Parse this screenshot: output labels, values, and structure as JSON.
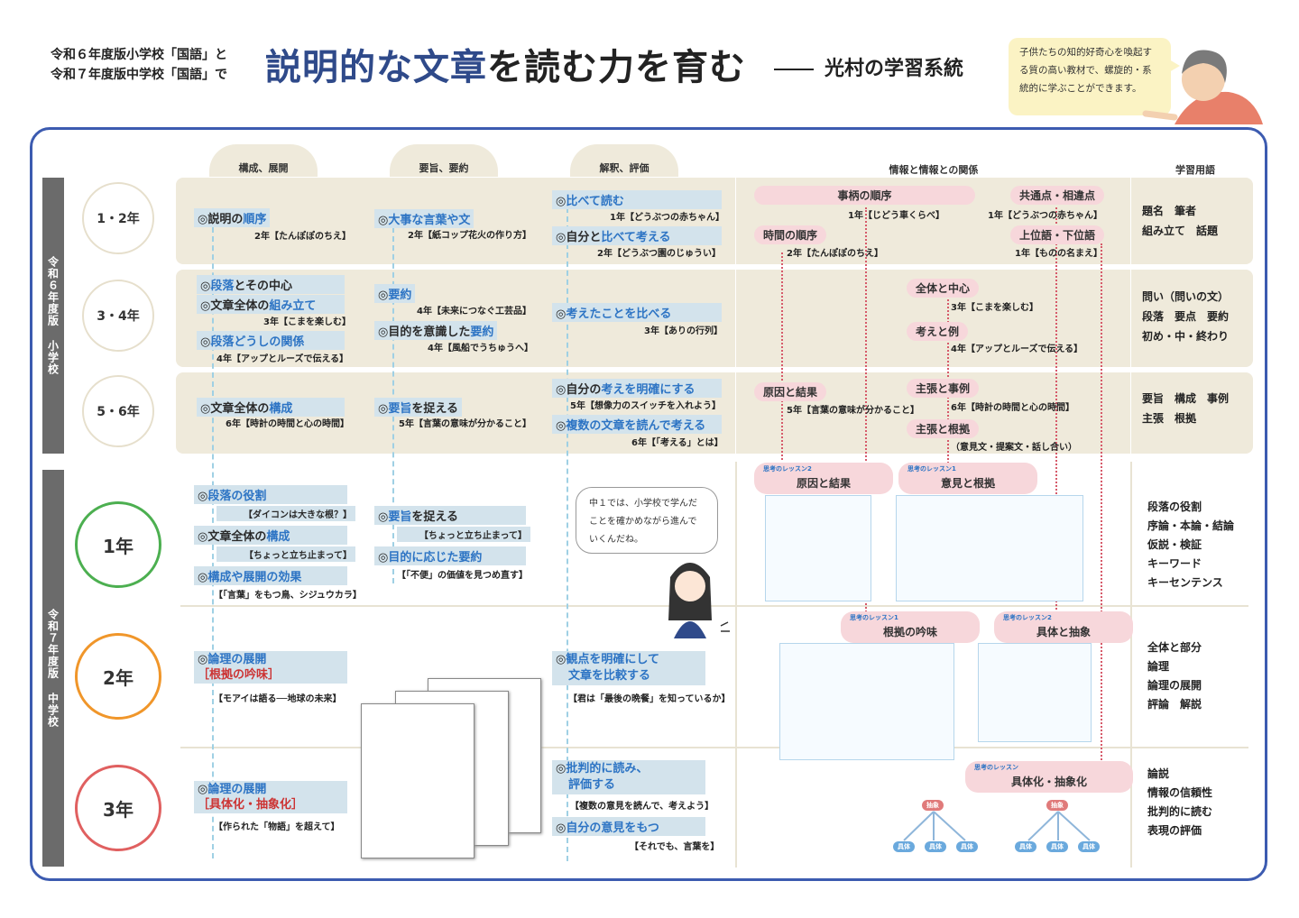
{
  "header": {
    "left_line1": "令和６年度版小学校「国語」と",
    "left_line2": "令和７年度版中学校「国語」で",
    "title_part1": "説明的な文章",
    "title_part2": "を読む力を育む",
    "subtitle": "光村の学習系統",
    "bubble": "子供たちの知的好奇心を喚起する質の高い教材で、螺旋的・系統的に学ぶことができます。"
  },
  "columns": {
    "kousei": "構成、展開",
    "youshi": "要旨、要約",
    "kaishaku": "解釈、評価",
    "jouhou": "情報と情報との関係",
    "yougo": "学習用語"
  },
  "sidebar": {
    "elementary": "令和６年度版 小学校",
    "junior": "令和７年度版 中学校"
  },
  "grades": {
    "g12": "1・2年",
    "g34": "3・4年",
    "g56": "5・6年",
    "j1": "1年",
    "j2": "2年",
    "j3": "3年"
  },
  "rows": {
    "g12": {
      "kousei": [
        {
          "mark": "◎",
          "plain": "説明の",
          "hl": "順序",
          "ref": "2年【たんぽぽのちえ】"
        }
      ],
      "youshi": [
        {
          "mark": "◎",
          "plain": "",
          "hl": "大事な言葉や文",
          "ref": "2年【紙コップ花火の作り方】"
        }
      ],
      "kaishaku": [
        {
          "mark": "◎",
          "plain": "",
          "hl": "比べて読む",
          "ref": "1年【どうぶつの赤ちゃん】"
        },
        {
          "mark": "◎",
          "plain": "自分と",
          "hl": "比べて考える",
          "ref": "2年【どうぶつ園のじゅうい】"
        }
      ],
      "jouhou": [
        {
          "label": "事柄の順序",
          "ref": "1年【じどう車くらべ】"
        },
        {
          "label": "時間の順序",
          "ref": "2年【たんぽぽのちえ】"
        },
        {
          "label": "共通点・相違点",
          "ref": "1年【どうぶつの赤ちゃん】"
        },
        {
          "label": "上位語・下位語",
          "ref": "1年【ものの名まえ】"
        }
      ],
      "terms": [
        "題名　筆者",
        "組み立て　話題"
      ]
    },
    "g34": {
      "kousei": [
        {
          "mark": "◎",
          "plain": "",
          "hl": "段落",
          "plain2": "とその中心",
          "ref": ""
        },
        {
          "mark": "◎",
          "plain": "文章全体の",
          "hl": "組み立て",
          "ref": "3年【こまを楽しむ】"
        },
        {
          "mark": "◎",
          "plain": "",
          "hl": "段落どうしの関係",
          "ref": "4年【アップとルーズで伝える】"
        }
      ],
      "youshi": [
        {
          "mark": "◎",
          "plain": "",
          "hl": "要約",
          "ref": "4年【未来につなぐ工芸品】"
        },
        {
          "mark": "◎",
          "plain": "目的を意識した",
          "hl": "要約",
          "ref": "4年【風船でうちゅうへ】"
        }
      ],
      "kaishaku": [
        {
          "mark": "◎",
          "plain": "",
          "hl": "考えたことを比べる",
          "ref": "3年【ありの行列】"
        }
      ],
      "jouhou": [
        {
          "label": "全体と中心",
          "ref": "3年【こまを楽しむ】"
        },
        {
          "label": "考えと例",
          "ref": "4年【アップとルーズで伝える】"
        }
      ],
      "terms": [
        "問い（問いの文）",
        "段落　要点　要約",
        "初め・中・終わり"
      ]
    },
    "g56": {
      "kousei": [
        {
          "mark": "◎",
          "plain": "文章全体の",
          "hl": "構成",
          "ref": "6年【時計の時間と心の時間】"
        }
      ],
      "youshi": [
        {
          "mark": "◎",
          "plain": "",
          "hl": "要旨",
          "plain2": "を捉える",
          "ref": "5年【言葉の意味が分かること】"
        }
      ],
      "kaishaku": [
        {
          "mark": "◎",
          "plain": "自分の",
          "hl": "考えを明確にする",
          "ref": "5年【想像力のスイッチを入れよう】"
        },
        {
          "mark": "◎",
          "plain": "",
          "hl": "複数の文章を読んで考える",
          "ref": "6年【「考える」とは】"
        }
      ],
      "jouhou": [
        {
          "label": "原因と結果",
          "ref": "5年【言葉の意味が分かること】"
        },
        {
          "label": "主張と事例",
          "ref": "6年【時計の時間と心の時間】"
        },
        {
          "label": "主張と根拠",
          "ref": "（意見文・提案文・話し合い）"
        }
      ],
      "terms": [
        "要旨　構成　事例",
        "主張　根拠"
      ]
    },
    "j1": {
      "kousei": [
        {
          "mark": "◎",
          "plain": "",
          "hl": "段落の役割",
          "ref": "【ダイコンは大きな根？】"
        },
        {
          "mark": "◎",
          "plain": "文章全体の",
          "hl": "構成",
          "ref": "【ちょっと立ち止まって】"
        },
        {
          "mark": "◎",
          "plain": "",
          "hl": "構成や展開の効果",
          "ref": "【「言葉」をもつ鳥、シジュウカラ】"
        }
      ],
      "youshi": [
        {
          "mark": "◎",
          "plain": "",
          "hl": "要旨",
          "plain2": "を捉える",
          "ref": "【ちょっと立ち止まって】"
        },
        {
          "mark": "◎",
          "plain": "",
          "hl": "目的に応じた要約",
          "ref": "【「不便」の価値を見つめ直す】"
        }
      ],
      "speech": "中１では、小学校で学んだことを確かめながら進んでいくんだね。",
      "lessons": [
        {
          "tag": "思考のレッスン2",
          "label": "原因と結果"
        },
        {
          "tag": "思考のレッスン1",
          "label": "意見と根拠"
        }
      ],
      "terms": [
        "段落の役割",
        "序論・本論・結論",
        "仮説・検証",
        "キーワード",
        "キーセンテンス"
      ]
    },
    "j2": {
      "kousei": [
        {
          "mark": "◎",
          "hl": "論理の展開",
          "sub": "［根拠の吟味］",
          "ref": "【モアイは語る──地球の未来】"
        }
      ],
      "kaishaku": [
        {
          "mark": "◎",
          "hl": "観点を明確にして",
          "hl2": "文章を比較する",
          "ref": "【君は「最後の晩餐」を知っているか】"
        }
      ],
      "lessons": [
        {
          "tag": "思考のレッスン1",
          "label": "根拠の吟味"
        },
        {
          "tag": "思考のレッスン2",
          "label": "具体と抽象"
        }
      ],
      "terms": [
        "全体と部分",
        "論理",
        "論理の展開",
        "評論　解説"
      ]
    },
    "j3": {
      "kousei": [
        {
          "mark": "◎",
          "hl": "論理の展開",
          "sub": "［具体化・抽象化］",
          "ref": "【作られた「物語」を超えて】"
        }
      ],
      "kaishaku": [
        {
          "mark": "◎",
          "hl": "批判的に読み、",
          "hl2": "評価する",
          "ref": "【複数の意見を読んで、考えよう】"
        },
        {
          "mark": "◎",
          "hl": "自分の意見をもつ",
          "ref": "【それでも、言葉を】"
        }
      ],
      "lessons": [
        {
          "tag": "思考のレッスン",
          "label": "具体化・抽象化"
        }
      ],
      "diagram": {
        "top": "抽象",
        "leaf": "具体"
      },
      "terms": [
        "論説",
        "情報の信頼性",
        "批判的に読む",
        "表現の評価"
      ]
    }
  },
  "colors": {
    "frame": "#3c5bb0",
    "band": "#efeadb",
    "highlight": "#d3e3ec",
    "accent_blue": "#2d74c4",
    "pink": "#f7d7db",
    "j1": "#4caf50",
    "j2": "#f0962a",
    "j3": "#e06060"
  }
}
